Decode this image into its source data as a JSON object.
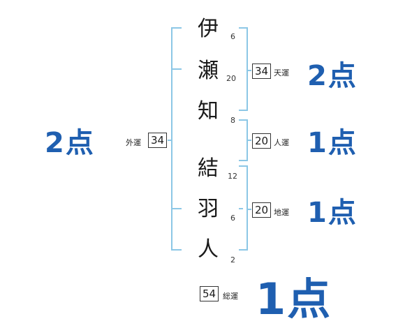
{
  "name_chars": [
    {
      "char": "伊",
      "strokes": "6"
    },
    {
      "char": "瀬",
      "strokes": "20"
    },
    {
      "char": "知",
      "strokes": "8"
    },
    {
      "char": "結",
      "strokes": "12"
    },
    {
      "char": "羽",
      "strokes": "6"
    },
    {
      "char": "人",
      "strokes": "2"
    }
  ],
  "fortunes": {
    "tenkaku": {
      "value": "34",
      "label": "天運",
      "score": "2点"
    },
    "jinkaku": {
      "value": "20",
      "label": "人運",
      "score": "1点"
    },
    "chikaku": {
      "value": "20",
      "label": "地運",
      "score": "1点"
    },
    "gaikaku": {
      "value": "34",
      "label": "外運",
      "score": "2点"
    },
    "soukaku": {
      "value": "54",
      "label": "総運",
      "score": "1点"
    }
  },
  "colors": {
    "line": "#8cc7e6",
    "score": "#1f5fb0"
  }
}
